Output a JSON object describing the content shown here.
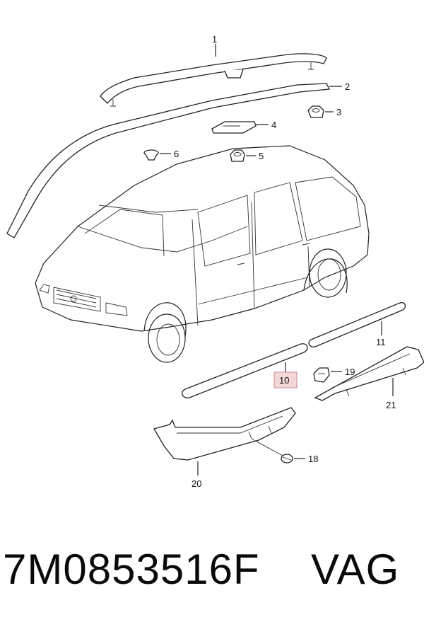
{
  "diagram": {
    "callouts": {
      "c1": "1",
      "c2": "2",
      "c3": "3",
      "c4": "4",
      "c5": "5",
      "c6": "6",
      "c10": "10",
      "c11": "11",
      "c18": "18",
      "c19": "19",
      "c20": "20",
      "c21": "21"
    },
    "highlight_color": "#f3d6d8"
  },
  "footer": {
    "part_number": "7M0853516F",
    "brand": "VAG"
  }
}
